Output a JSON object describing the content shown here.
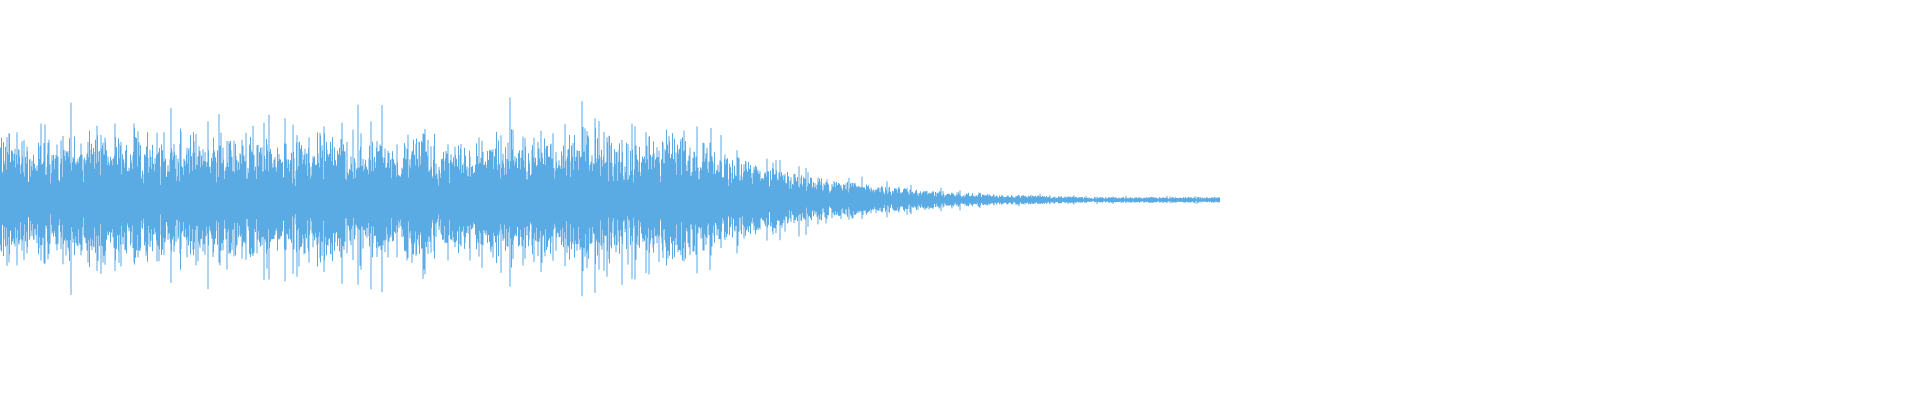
{
  "waveform": {
    "color": "#5aaae4",
    "background": "#ffffff",
    "shape": "decaying-burst",
    "sound_fraction_of_width": 0.635,
    "sustain_fraction_of_width": 0.345,
    "peak_level": 1.0,
    "tail_level": 0.04
  }
}
